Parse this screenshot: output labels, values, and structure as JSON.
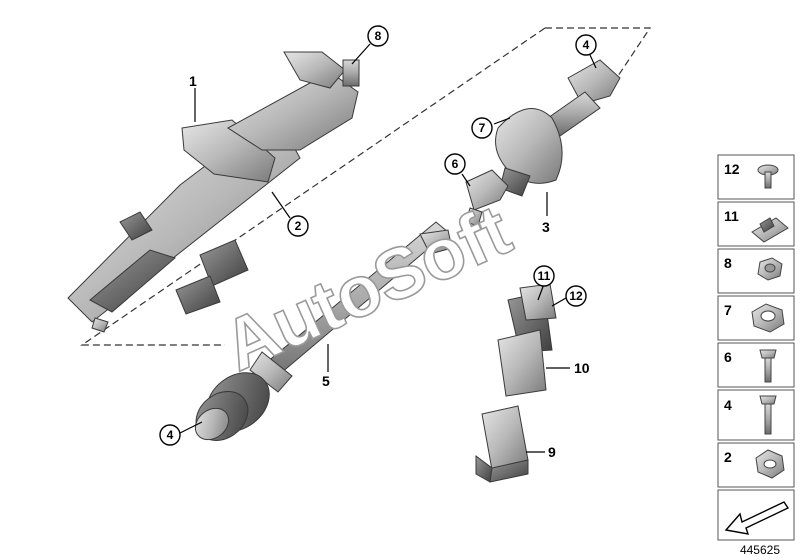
{
  "diagram": {
    "callouts": {
      "c8": "8",
      "c4_top": "4",
      "c7": "7",
      "c6": "6",
      "c2": "2",
      "c11": "11",
      "c12": "12",
      "c4_bottom": "4"
    },
    "labels": {
      "l1": "1",
      "l3": "3",
      "l5": "5",
      "l9": "9",
      "l10": "10"
    },
    "legend": [
      "12",
      "11",
      "8",
      "7",
      "6",
      "4",
      "2"
    ],
    "watermark": "AutoSoft",
    "diagram_id": "445625"
  }
}
